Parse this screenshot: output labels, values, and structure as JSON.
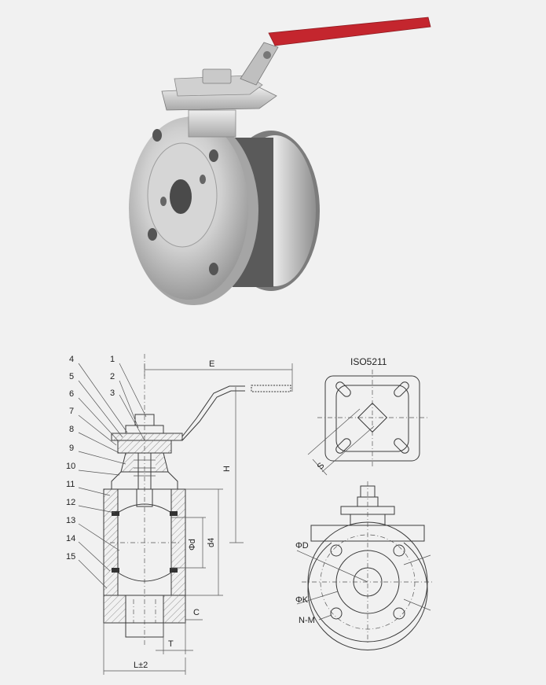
{
  "drawing": {
    "standard_label": "ISO5211",
    "part_numbers": [
      "1",
      "2",
      "3",
      "4",
      "5",
      "6",
      "7",
      "8",
      "9",
      "10",
      "11",
      "12",
      "13",
      "14",
      "15"
    ],
    "dimensions": {
      "E": "E",
      "H": "H",
      "d": "Φd",
      "d4": "d4",
      "C": "C",
      "T": "T",
      "L": "L±2",
      "S": "S",
      "D": "ΦD",
      "K": "ΦK",
      "NM": "N-M"
    }
  },
  "colors": {
    "handle": "#c4262e",
    "steel_light": "#d9d9d9",
    "steel_dark": "#8a8a8a",
    "background": "#f1f1f1"
  }
}
